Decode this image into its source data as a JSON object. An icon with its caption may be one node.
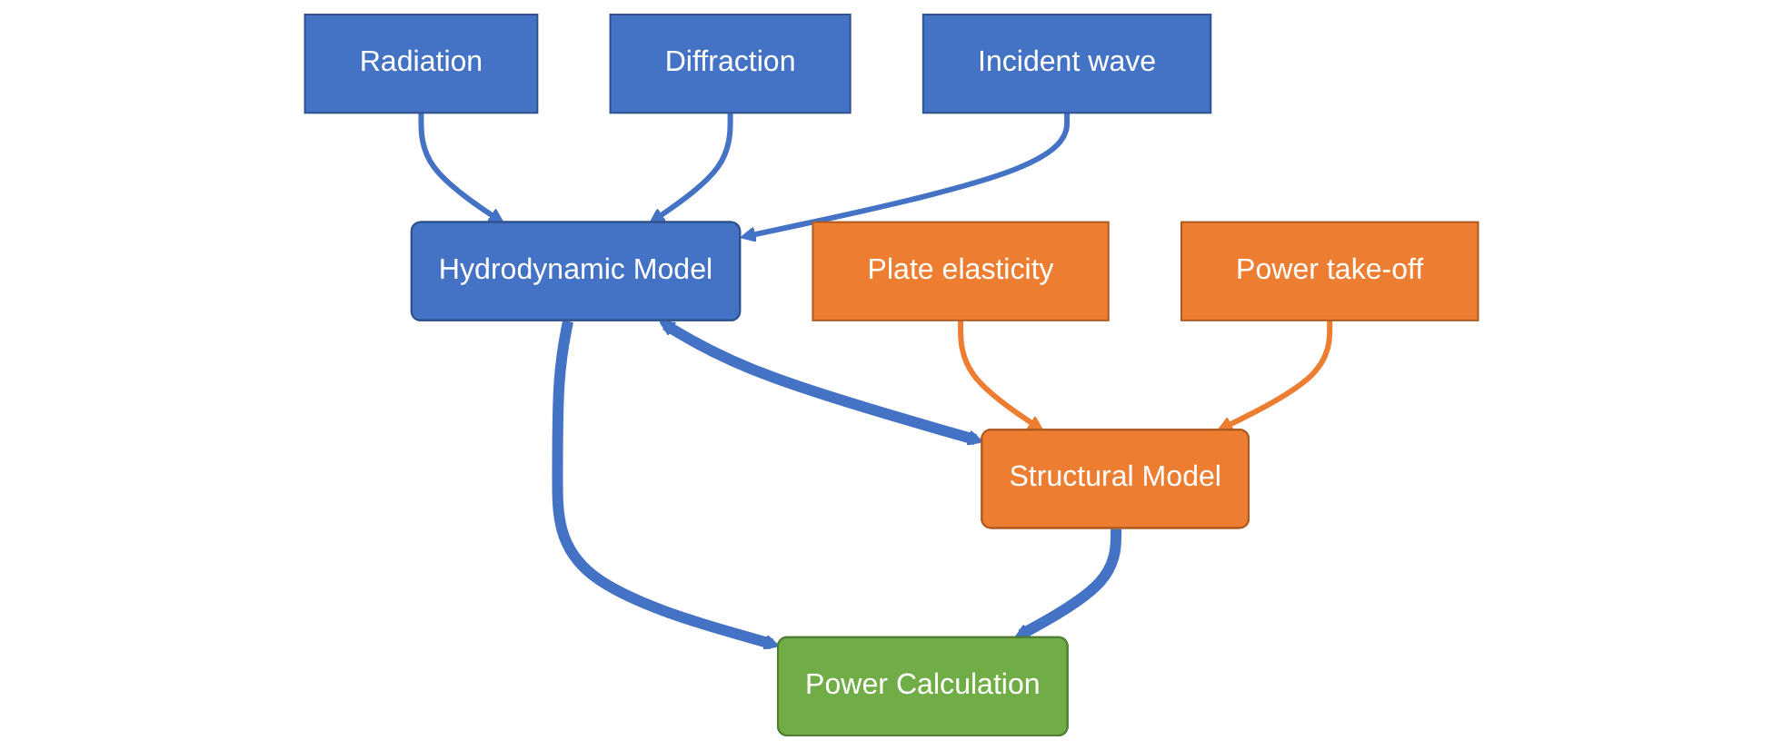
{
  "diagram": {
    "nodes": [
      {
        "text": [
          "Incident wave"
        ]
      },
      {
        "text": [
          "Diffraction"
        ]
      },
      {
        "text": [
          "Radiation"
        ]
      },
      {
        "text": [
          "Hydrodynamic Model"
        ]
      },
      {
        "text": [
          "Structural Model"
        ]
      },
      {
        "text": [
          "Plate elasticity"
        ]
      },
      {
        "text": [
          "Power take-off"
        ]
      },
      {
        "text": [
          "Power Calculation"
        ]
      }
    ],
    "edges": [
      {
        "from": 0,
        "to": 3,
        "arrow": "to"
      },
      {
        "from": 1,
        "to": 3,
        "arrow": "to"
      },
      {
        "from": 2,
        "to": 3,
        "arrow": "to"
      },
      {
        "from": 5,
        "to": 4,
        "arrow": "to",
        "color": "#ed7d31"
      },
      {
        "from": 6,
        "to": 4,
        "arrow": "to",
        "color": "#ed7d31"
      },
      {
        "from": 3,
        "to": 4,
        "arrow": "both",
        "style": "thick"
      },
      {
        "from": 3,
        "to": 7,
        "arrow": "to",
        "style": "thick"
      },
      {
        "from": 4,
        "to": 7,
        "arrow": "to",
        "style": "thick"
      }
    ]
  }
}
